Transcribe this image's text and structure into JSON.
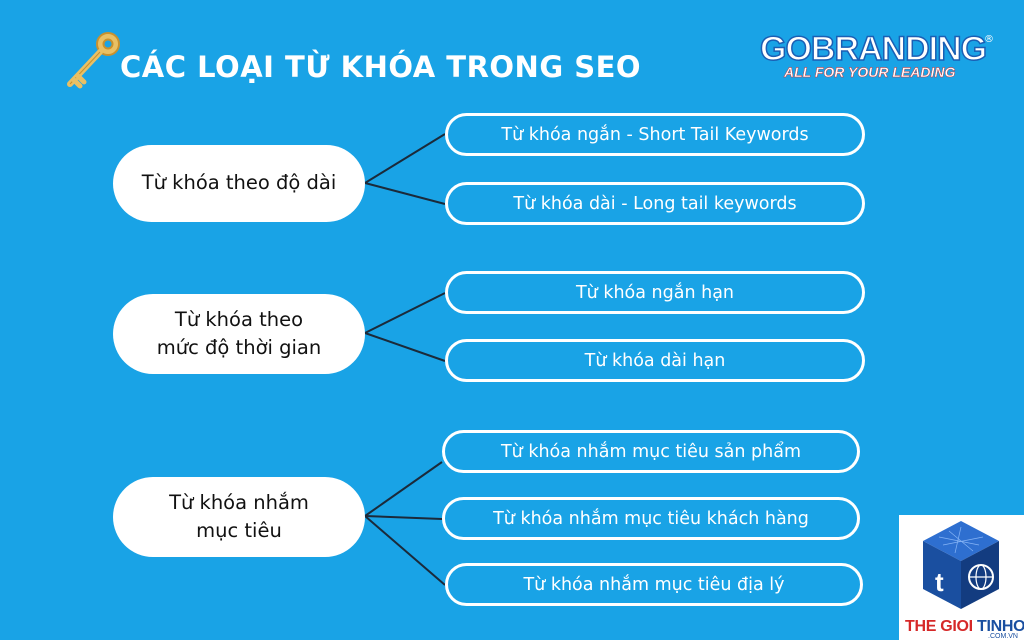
{
  "title": "CÁC LOẠI TỪ KHÓA TRONG SEO",
  "brand": {
    "name": "GOBRANDING",
    "registered": "®",
    "tagline": "ALL FOR YOUR LEADING"
  },
  "watermark": {
    "word1": "THE GIOI ",
    "word2": "TINHOC",
    "domain": ".COM.VN"
  },
  "groups": [
    {
      "label": "Từ khóa theo độ dài",
      "items": [
        "Từ khóa ngắn - Short Tail Keywords",
        "Từ khóa dài - Long tail keywords"
      ]
    },
    {
      "label": "Từ khóa theo\nmức độ thời gian",
      "items": [
        "Từ khóa ngắn hạn",
        "Từ khóa dài hạn"
      ]
    },
    {
      "label": "Từ khóa nhắm\nmục tiêu",
      "items": [
        "Từ khóa nhắm mục tiêu sản phẩm",
        "Từ khóa nhắm mục tiêu khách hàng",
        "Từ khóa nhắm mục tiêu địa lý"
      ]
    }
  ],
  "colors": {
    "background": "#19a3e6",
    "box": "#ffffff",
    "key": "#e2b44a",
    "brand_blue": "#1a5fb4",
    "brand_red": "#d62828"
  }
}
